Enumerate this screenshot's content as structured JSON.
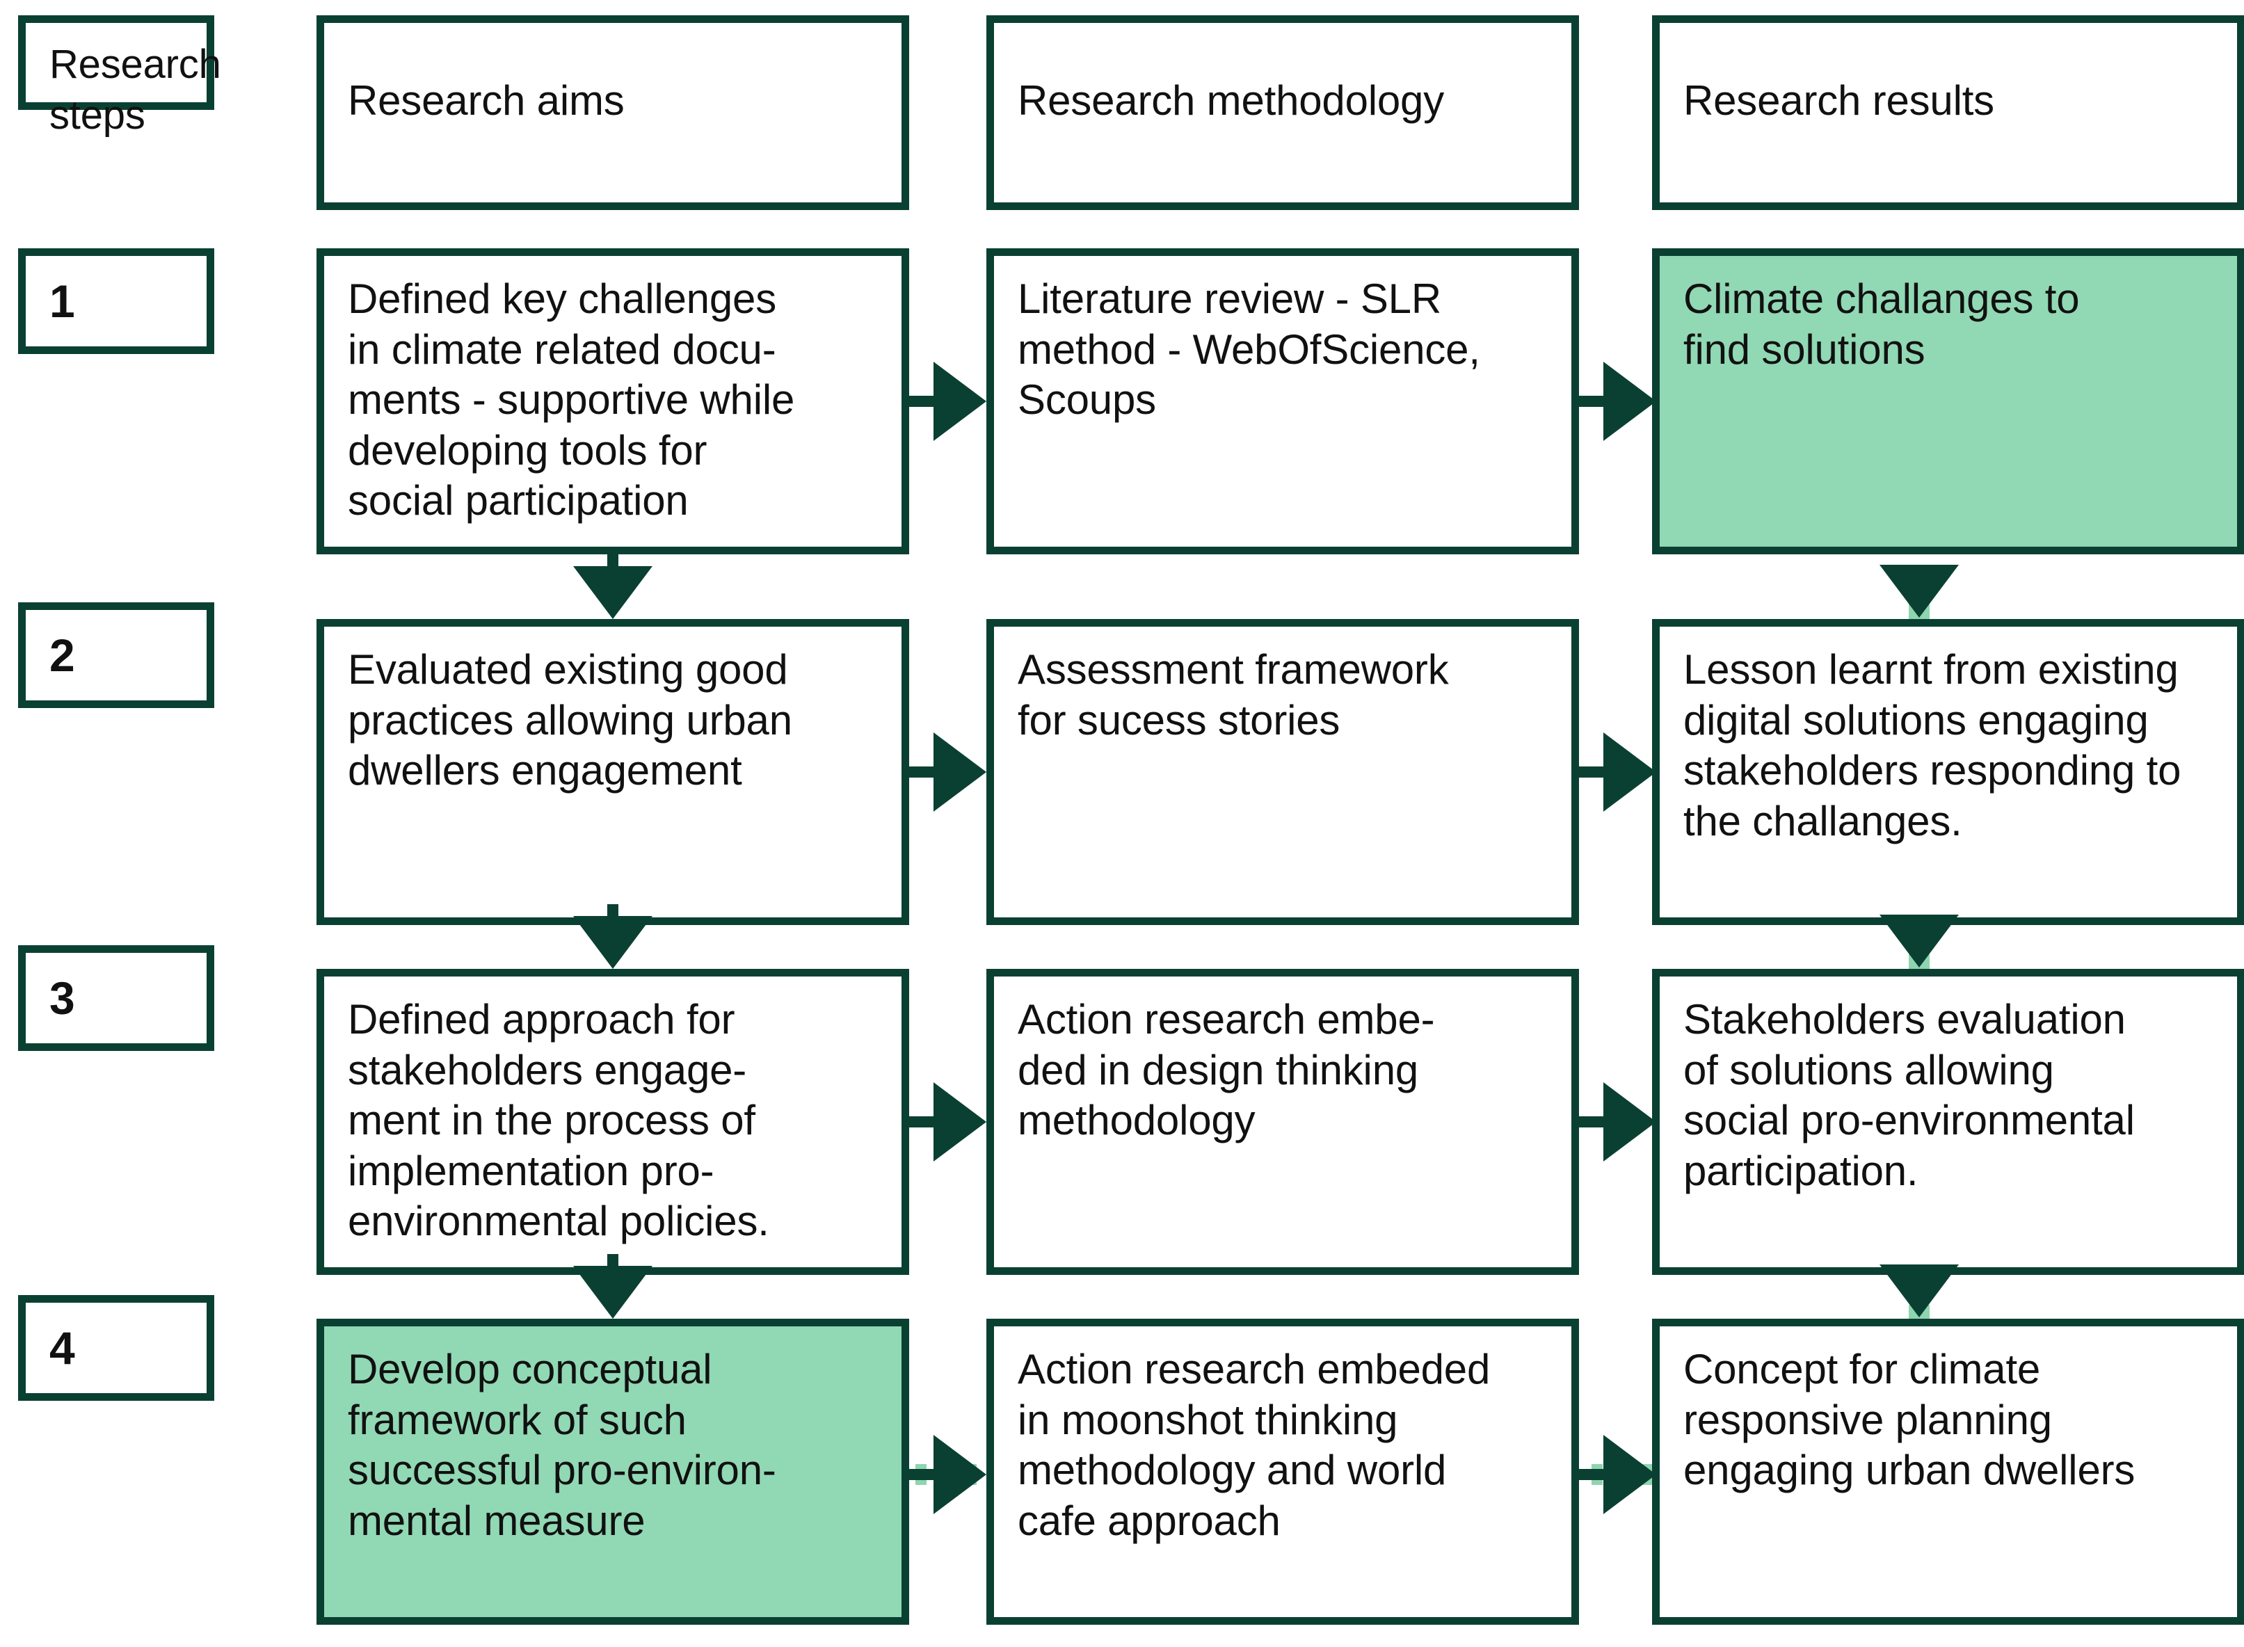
{
  "diagram": {
    "title": "Research framework overview",
    "colors": {
      "border": "#0a4032",
      "highlight_fill": "#91d8b4",
      "dashed_path": "#8ed5b0",
      "background": "#ffffff",
      "text": "#111111"
    },
    "headers": {
      "steps": "Research\nsteps",
      "aims": "Research aims",
      "methodology": "Research methodology",
      "results": "Research results"
    },
    "steps": [
      "1",
      "2",
      "3",
      "4"
    ],
    "rows": [
      {
        "step": "1",
        "aims": "Defined key challenges\nin climate related docu-\nments - supportive while\ndeveloping tools for\nsocial participation",
        "aims_highlighted": false,
        "methodology": "Literature review - SLR\nmethod - WebOfScience,\nScoups",
        "methodology_highlighted": false,
        "results": "Climate challanges to\nfind solutions",
        "results_highlighted": true
      },
      {
        "step": "2",
        "aims": "Evaluated existing good\npractices allowing urban\ndwellers engagement",
        "aims_highlighted": false,
        "methodology": "Assessment framework\nfor sucess stories",
        "methodology_highlighted": false,
        "results": "Lesson learnt from existing\ndigital solutions engaging\nstakeholders responding to\nthe challanges.",
        "results_highlighted": false
      },
      {
        "step": "3",
        "aims": "Defined approach for\nstakeholders engage-\nment in the process of\nimplementation pro-\nenvironmental policies.",
        "aims_highlighted": false,
        "methodology": "Action research embe-\nded in design thinking\nmethodology",
        "methodology_highlighted": false,
        "results": "Stakeholders evaluation\nof solutions allowing\nsocial pro-environmental\nparticipation.",
        "results_highlighted": false
      },
      {
        "step": "4",
        "aims": "Develop conceptual\nframework of such\nsuccessful pro-environ-\nmental measure",
        "aims_highlighted": true,
        "methodology": "Action research embeded\nin moonshot thinking\nmethodology and world\ncafe approach",
        "methodology_highlighted": false,
        "results": "Concept for climate\nresponsive planning\nengaging urban dwellers",
        "results_highlighted": false
      }
    ]
  }
}
